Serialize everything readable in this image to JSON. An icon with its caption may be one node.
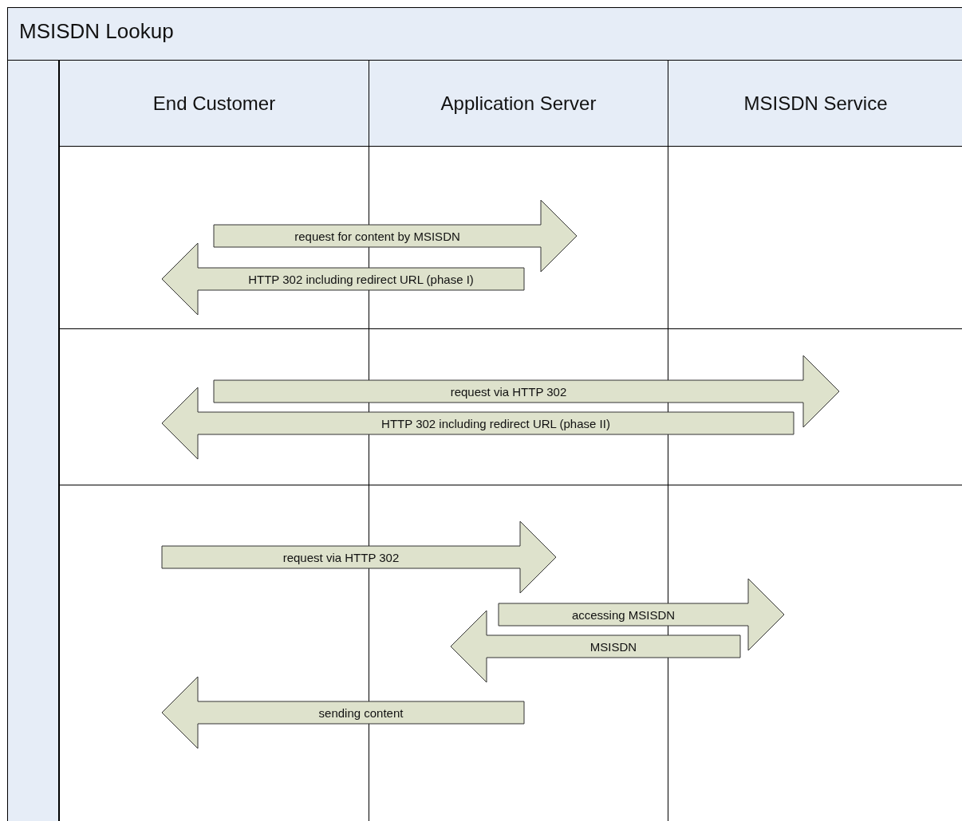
{
  "diagram": {
    "nodes": [
      {
        "text": [
          "MSISDN Lookup"
        ]
      },
      {
        "text": [],
        "shape": "bar",
        "in": 0
      },
      {
        "text": [
          "End Customer"
        ],
        "in": 0
      },
      {
        "text": [
          "Application Server"
        ],
        "in": 0
      },
      {
        "text": [
          "MSISDN Service"
        ],
        "in": 0
      }
    ],
    "edges": [
      {
        "from": 2,
        "to": 3,
        "arrow": "to",
        "label": "request for content by MSISDN"
      },
      {
        "from": 3,
        "to": 2,
        "arrow": "to",
        "label": "HTTP 302 including redirect URL (phase I)"
      },
      {
        "from": 2,
        "to": 4,
        "arrow": "to",
        "label": "request via HTTP 302"
      },
      {
        "from": 4,
        "to": 2,
        "arrow": "to",
        "label": "HTTP 302 including redirect URL (phase II)"
      },
      {
        "from": 2,
        "to": 3,
        "arrow": "to",
        "label": "request via HTTP 302"
      },
      {
        "from": 3,
        "to": 4,
        "arrow": "to",
        "label": "accessing MSISDN"
      },
      {
        "from": 4,
        "to": 3,
        "arrow": "to",
        "label": "MSISDN"
      },
      {
        "from": 3,
        "to": 2,
        "arrow": "to",
        "label": "sending content"
      }
    ]
  }
}
